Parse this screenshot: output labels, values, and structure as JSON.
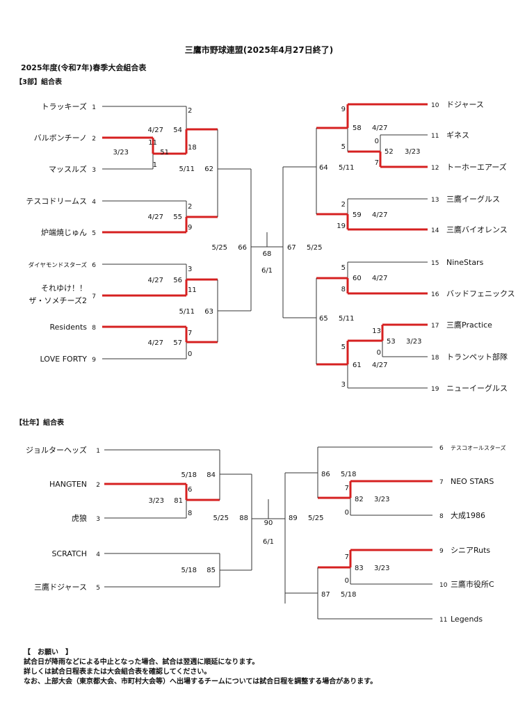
{
  "header": {
    "title": "三鷹市野球連盟(2025年4月27日終了)",
    "subtitle": "2025年度(令和7年)春季大会組合表"
  },
  "section1": {
    "label": "【3部】組合表",
    "teams": [
      {
        "num": "1",
        "name": "トラッキーズ"
      },
      {
        "num": "2",
        "name": "バルボンチーノ"
      },
      {
        "num": "3",
        "name": "マッスルズ"
      },
      {
        "num": "4",
        "name": "テスコドリームス"
      },
      {
        "num": "5",
        "name": "炉端焼じゅん"
      },
      {
        "num": "6",
        "name": "ダイヤモンドスターズ"
      },
      {
        "num": "7",
        "name": "それゆけ！！ ザ・ソメチーズ2"
      },
      {
        "num": "8",
        "name": "Residents"
      },
      {
        "num": "9",
        "name": "LOVE FORTY"
      },
      {
        "num": "10",
        "name": "ドジャース"
      },
      {
        "num": "11",
        "name": "ギネス"
      },
      {
        "num": "12",
        "name": "トーホーエアーズ"
      },
      {
        "num": "13",
        "name": "三鷹イーグルス"
      },
      {
        "num": "14",
        "name": "三鷹バイオレンス"
      },
      {
        "num": "15",
        "name": "NineStars"
      },
      {
        "num": "16",
        "name": "バッドフェニックス"
      },
      {
        "num": "17",
        "name": "三鷹Practice"
      },
      {
        "num": "18",
        "name": "トランペット部隊"
      },
      {
        "num": "19",
        "name": "ニューイーグルス"
      }
    ],
    "games": [
      {
        "no": "51",
        "date": "3/23",
        "scores": [
          "11",
          "1"
        ]
      },
      {
        "no": "54",
        "date": "4/27",
        "scores": [
          "2",
          "18"
        ]
      },
      {
        "no": "55",
        "date": "4/27",
        "scores": [
          "2",
          "9"
        ]
      },
      {
        "no": "56",
        "date": "4/27",
        "scores": [
          "3",
          "11"
        ]
      },
      {
        "no": "57",
        "date": "4/27",
        "scores": [
          "7",
          "0"
        ]
      },
      {
        "no": "62",
        "date": "5/11",
        "scores": []
      },
      {
        "no": "63",
        "date": "5/11",
        "scores": []
      },
      {
        "no": "66",
        "date": "5/25",
        "scores": []
      },
      {
        "no": "68",
        "date": "6/1",
        "scores": []
      },
      {
        "no": "52",
        "date": "3/23",
        "scores": [
          "0",
          "7"
        ]
      },
      {
        "no": "58",
        "date": "4/27",
        "scores": [
          "9",
          "5"
        ]
      },
      {
        "no": "59",
        "date": "4/27",
        "scores": [
          "2",
          "19"
        ]
      },
      {
        "no": "60",
        "date": "4/27",
        "scores": [
          "5",
          "8"
        ]
      },
      {
        "no": "53",
        "date": "3/23",
        "scores": [
          "13",
          "0"
        ]
      },
      {
        "no": "61",
        "date": "4/27",
        "scores": [
          "5",
          "3"
        ]
      },
      {
        "no": "64",
        "date": "5/11",
        "scores": []
      },
      {
        "no": "65",
        "date": "5/11",
        "scores": []
      },
      {
        "no": "67",
        "date": "5/25",
        "scores": []
      }
    ]
  },
  "section2": {
    "label": "【壮年】組合表",
    "teams": [
      {
        "num": "1",
        "name": "ジョルターヘッズ"
      },
      {
        "num": "2",
        "name": "HANGTEN"
      },
      {
        "num": "3",
        "name": "虎狼"
      },
      {
        "num": "4",
        "name": "SCRATCH"
      },
      {
        "num": "5",
        "name": "三鷹ドジャース"
      },
      {
        "num": "6",
        "name": "テスコオールスターズ"
      },
      {
        "num": "7",
        "name": "NEO STARS"
      },
      {
        "num": "8",
        "name": "大成1986"
      },
      {
        "num": "9",
        "name": "シニアRuts"
      },
      {
        "num": "10",
        "name": "三鷹市役所C"
      },
      {
        "num": "11",
        "name": "Legends"
      }
    ],
    "games": [
      {
        "no": "81",
        "date": "3/23",
        "scores": [
          "6",
          "8"
        ]
      },
      {
        "no": "84",
        "date": "5/18",
        "scores": []
      },
      {
        "no": "85",
        "date": "5/18",
        "scores": []
      },
      {
        "no": "88",
        "date": "5/25",
        "scores": []
      },
      {
        "no": "90",
        "date": "6/1",
        "scores": []
      },
      {
        "no": "82",
        "date": "3/23",
        "scores": [
          "7",
          "0"
        ]
      },
      {
        "no": "83",
        "date": "3/23",
        "scores": [
          "7",
          "0"
        ]
      },
      {
        "no": "86",
        "date": "5/18",
        "scores": []
      },
      {
        "no": "87",
        "date": "5/18",
        "scores": []
      },
      {
        "no": "89",
        "date": "5/25",
        "scores": []
      }
    ]
  },
  "notes": {
    "heading": "【　お願い　】",
    "lines": [
      "試合日が降雨などによる中止となった場合、試合は翌週に順延になります。",
      "詳しくは試合日程表または大会組合表を確認してください。",
      "なお、上部大会（東京都大会、市町村大会等）へ出場するチームについては試合日程を調整する場合があります。"
    ]
  },
  "colors": {
    "line": "#333333",
    "winner": "#d62020"
  }
}
